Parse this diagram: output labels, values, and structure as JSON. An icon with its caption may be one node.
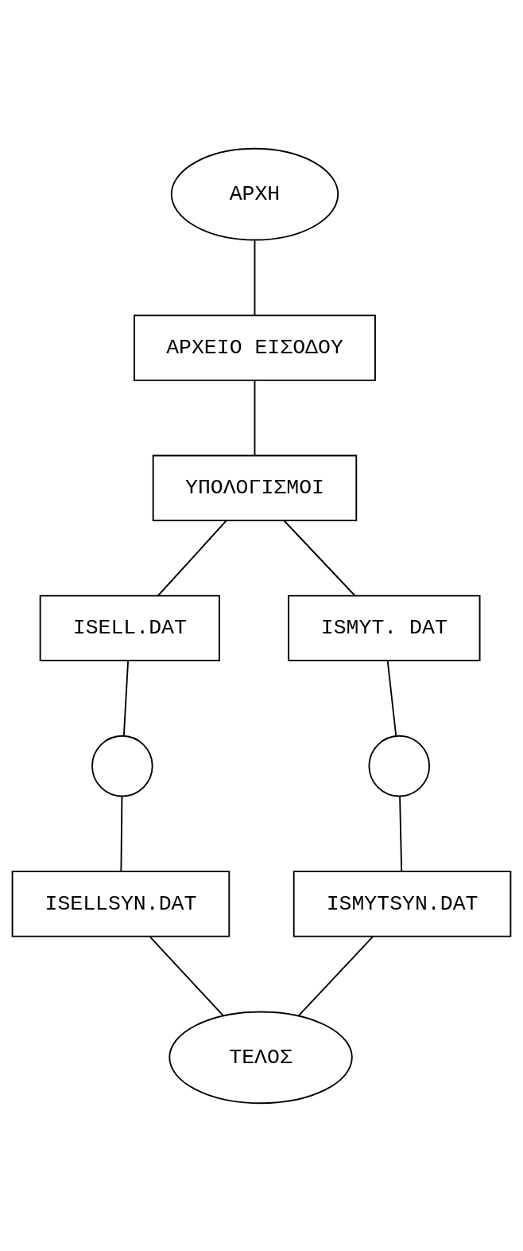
{
  "diagram": {
    "nodes": [
      {
        "text": [
          "ΑΡΧΗ"
        ]
      },
      {
        "text": [
          "ΑΡΧΕΙΟ ΕΙΣΟΔΟΥ"
        ]
      },
      {
        "text": [
          "ΥΠΟΛΟΓΙΣΜΟΙ"
        ]
      },
      {
        "text": [
          "ISELL.DAT"
        ]
      },
      {
        "text": [
          "ISMYT. DAT"
        ]
      },
      {
        "text": [],
        "shape": "circle"
      },
      {
        "text": [],
        "shape": "circle"
      },
      {
        "text": [
          "ISELLSYN.DAT"
        ]
      },
      {
        "text": [
          "ISMYTSYN.DAT"
        ]
      },
      {
        "text": [
          "ΤΕΛΟΣ"
        ]
      }
    ],
    "edges": [
      {
        "from": 0,
        "to": 1,
        "arrow": "none"
      },
      {
        "from": 1,
        "to": 2,
        "arrow": "none"
      },
      {
        "from": 2,
        "to": 3,
        "arrow": "none"
      },
      {
        "from": 2,
        "to": 4,
        "arrow": "none"
      },
      {
        "from": 3,
        "to": 5,
        "arrow": "none"
      },
      {
        "from": 5,
        "to": 7,
        "arrow": "none"
      },
      {
        "from": 4,
        "to": 6,
        "arrow": "none"
      },
      {
        "from": 6,
        "to": 8,
        "arrow": "none"
      },
      {
        "from": 7,
        "to": 9,
        "arrow": "none"
      },
      {
        "from": 8,
        "to": 9,
        "arrow": "none"
      }
    ]
  }
}
